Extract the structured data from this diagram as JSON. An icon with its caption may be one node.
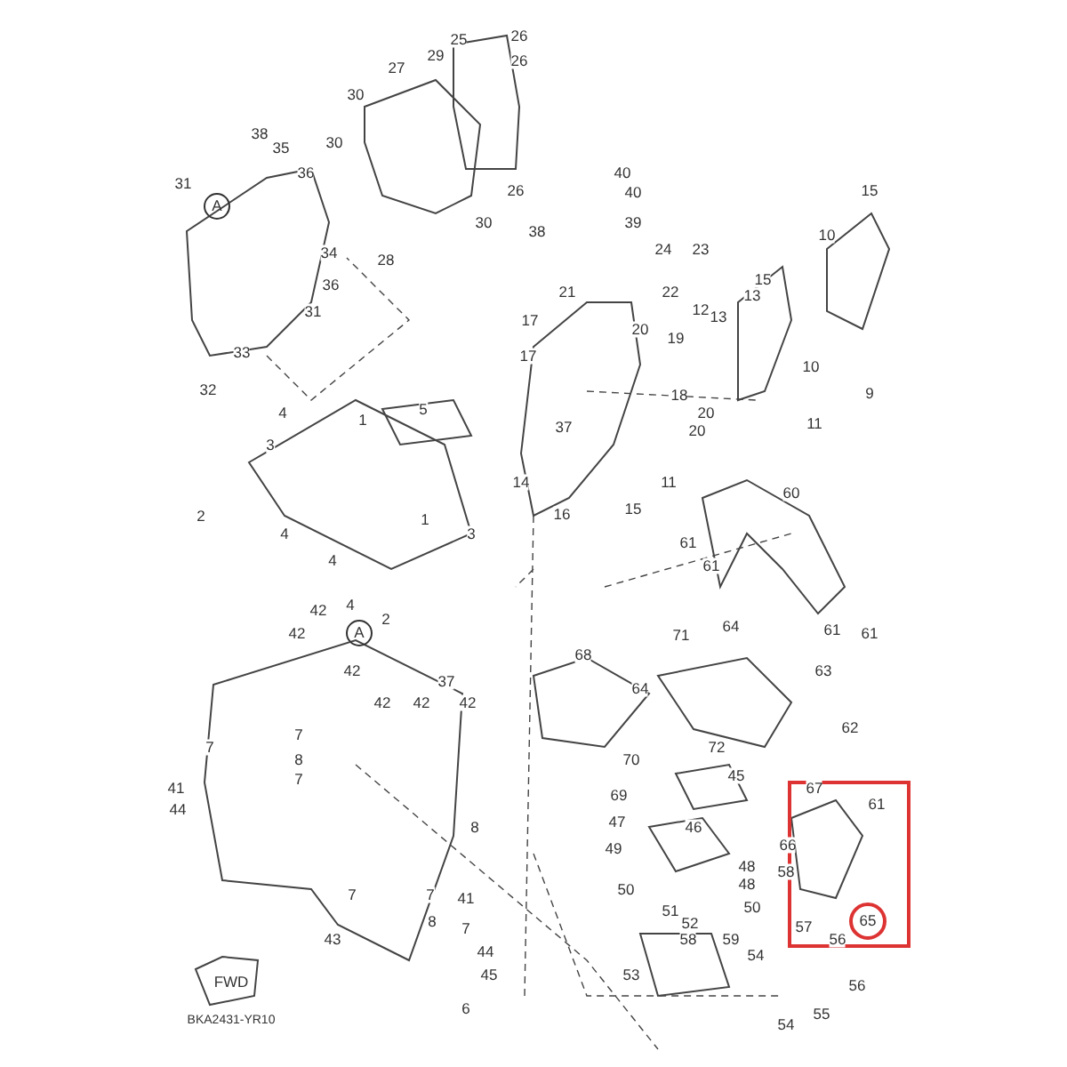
{
  "diagram": {
    "labels": [
      "25",
      "26",
      "29",
      "26",
      "27",
      "30",
      "38",
      "30",
      "35",
      "36",
      "31",
      "15",
      "40",
      "40",
      "26",
      "A",
      "30",
      "39",
      "10",
      "38",
      "24",
      "23",
      "34",
      "28",
      "15",
      "36",
      "13",
      "21",
      "22",
      "12",
      "13",
      "31",
      "17",
      "20",
      "19",
      "33",
      "17",
      "10",
      "32",
      "18",
      "9",
      "20",
      "4",
      "1",
      "5",
      "11",
      "37",
      "20",
      "3",
      "14",
      "11",
      "60",
      "15",
      "16",
      "2",
      "1",
      "4",
      "3",
      "61",
      "4",
      "61",
      "4",
      "42",
      "2",
      "64",
      "61",
      "61",
      "42",
      "A",
      "71",
      "68",
      "42",
      "63",
      "37",
      "64",
      "42",
      "42",
      "42",
      "62",
      "7",
      "7",
      "72",
      "70",
      "8",
      "45",
      "7",
      "41",
      "67",
      "69",
      "61",
      "44",
      "47",
      "8",
      "46",
      "66",
      "49",
      "48",
      "58",
      "48",
      "50",
      "7",
      "7",
      "41",
      "50",
      "51",
      "65",
      "8",
      "52",
      "57",
      "7",
      "58",
      "59",
      "56",
      "43",
      "44",
      "54",
      "53",
      "45",
      "FWD",
      "56",
      "6",
      "55",
      "BKA2431-YR10",
      "54"
    ]
  }
}
